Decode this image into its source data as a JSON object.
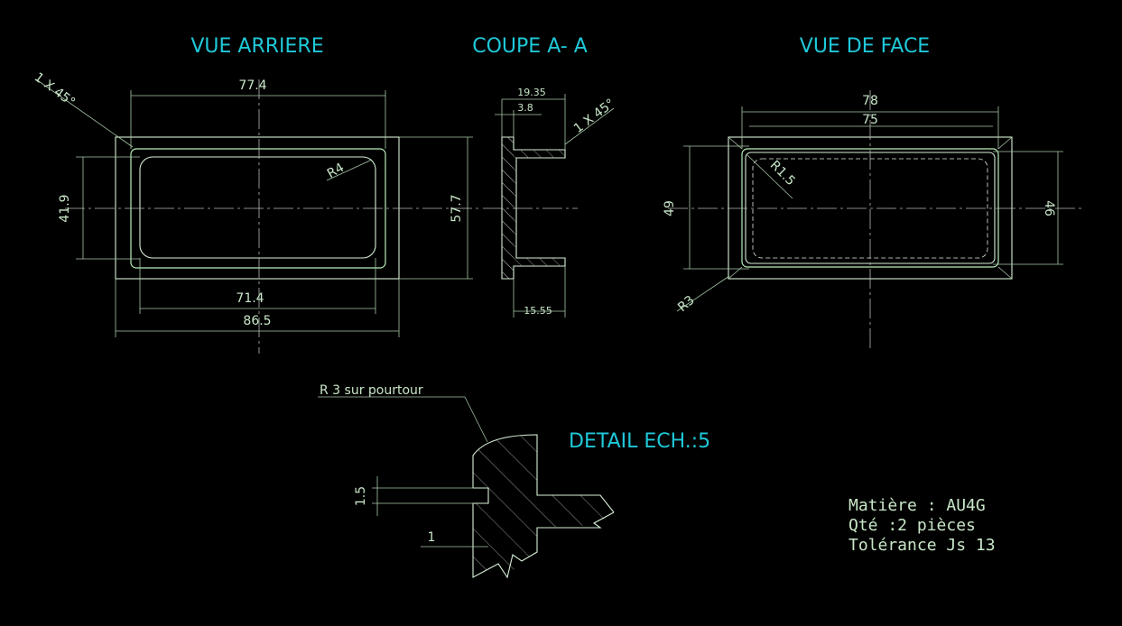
{
  "views": {
    "back_title": "VUE ARRIERE",
    "section_title": "COUPE A- A",
    "front_title": "VUE DE FACE",
    "detail_title": "DETAIL ECH.:5"
  },
  "dims": {
    "back_top": "77.4",
    "back_chamfer": "1 X 45°",
    "back_radius": "R4",
    "back_left": "41.9",
    "back_right": "57.7",
    "back_inner_bottom": "71.4",
    "back_outer_bottom": "86.5",
    "sec_top1": "19.35",
    "sec_top2": "3.8",
    "sec_chamfer": "1 X 45°",
    "sec_bottom": "15.55",
    "front_top1": "78",
    "front_top2": "75",
    "front_radius": "R1.5",
    "front_left": "49",
    "front_right": "46",
    "front_corner": "R3",
    "detail_radius": "R 3 sur pourtour",
    "detail_height": "1.5",
    "detail_width": "1"
  },
  "notes": {
    "material": "Matière  : AU4G",
    "quantity": "Qté  :2 pièces",
    "tolerance": "Tolérance Js 13"
  }
}
